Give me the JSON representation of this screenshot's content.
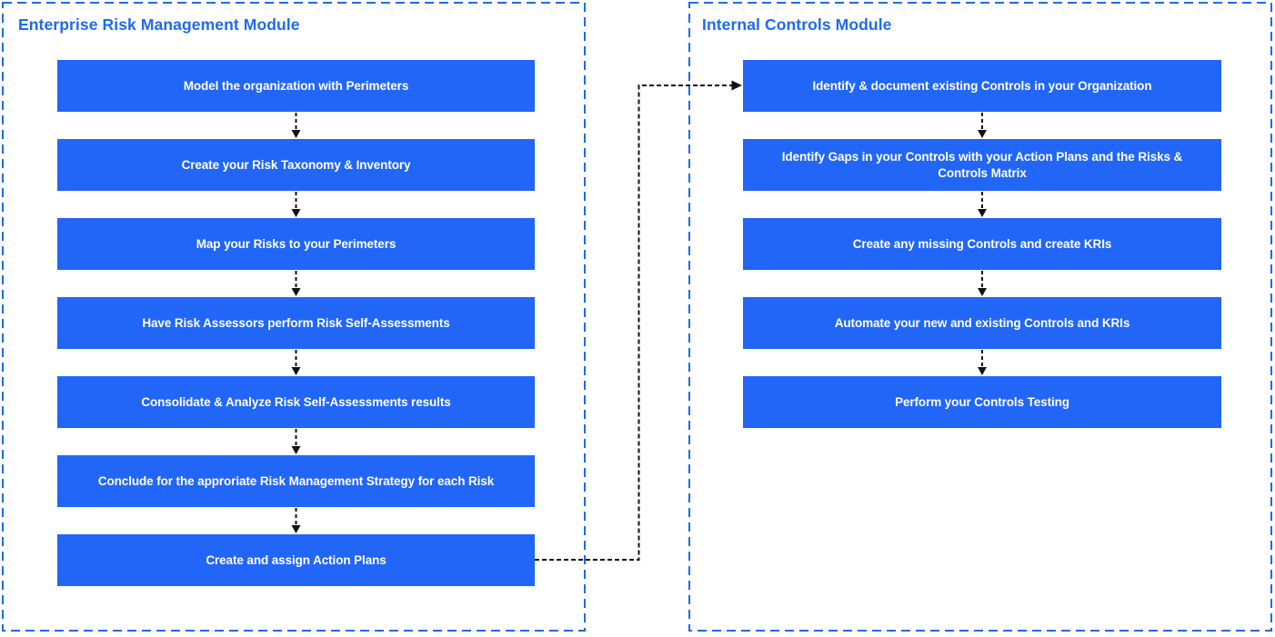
{
  "colors": {
    "box_fill": "#2166F6",
    "box_text": "#FFFFFF",
    "panel_border_blue": "#1E6AF0",
    "module_title_blue": "#1E6AF0",
    "connector_black": "#111111",
    "background": "#FFFFFF"
  },
  "modules": [
    {
      "title": "Enterprise Risk Management Module",
      "steps": [
        "Model the organization with Perimeters",
        "Create your Risk Taxonomy & Inventory",
        "Map your Risks to your Perimeters",
        "Have Risk Assessors perform Risk Self-Assessments",
        "Consolidate & Analyze Risk Self-Assessments results",
        "Conclude for the approriate Risk Management Strategy for each Risk",
        "Create and assign Action Plans"
      ]
    },
    {
      "title": "Internal Controls Module",
      "steps": [
        "Identify & document existing Controls in your Organization",
        "Identify Gaps in your Controls with your Action Plans and the Risks & Controls Matrix",
        "Create any missing Controls and create KRIs",
        "Automate your new and existing Controls and KRIs",
        "Perform your Controls Testing"
      ]
    }
  ],
  "flow": {
    "cross_module_connector": "Create and assign Action Plans -> Identify & document existing Controls in your Organization"
  }
}
